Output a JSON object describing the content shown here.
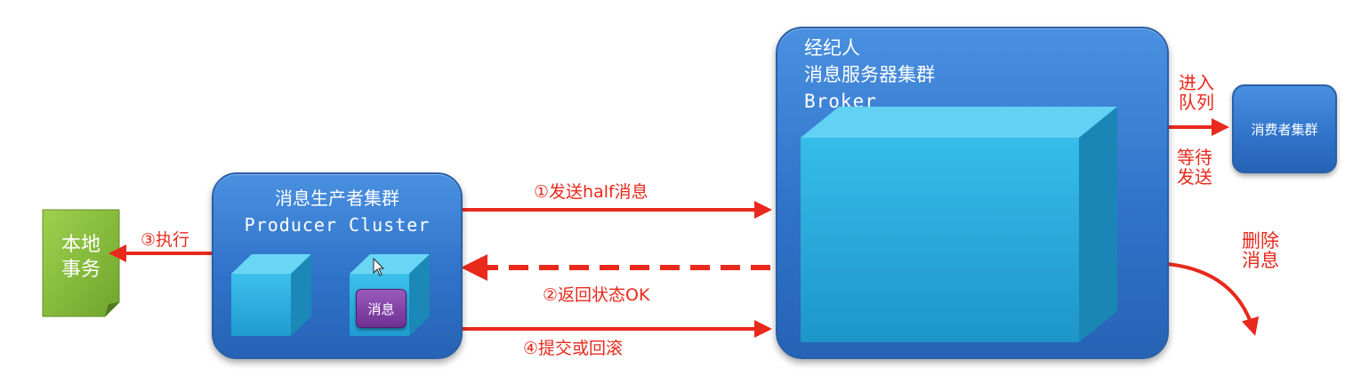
{
  "local_transaction": {
    "line1": "本地",
    "line2": "事务"
  },
  "producer": {
    "title": "消息生产者集群",
    "subtitle": "Producer Cluster",
    "message_chip": "消息"
  },
  "broker": {
    "line1": "经纪人",
    "line2": "消息服务器集群",
    "line3": "Broker"
  },
  "consumer": {
    "label": "消费者集群"
  },
  "arrows": {
    "execute": "③执行",
    "send_half": "①发送half消息",
    "return_status": "②返回状态OK",
    "commit_rollback": "④提交或回滚",
    "enter_queue_1": "进入",
    "enter_queue_2": "队列",
    "wait_send_1": "等待",
    "wait_send_2": "发送",
    "delete_1": "删除",
    "delete_2": "消息"
  },
  "colors": {
    "arrow_red": "#e8291c",
    "box_blue": "#2f73c9",
    "cube_cyan": "#2aa8dc",
    "doc_green": "#8cc63f",
    "chip_purple": "#7b3a9e"
  }
}
